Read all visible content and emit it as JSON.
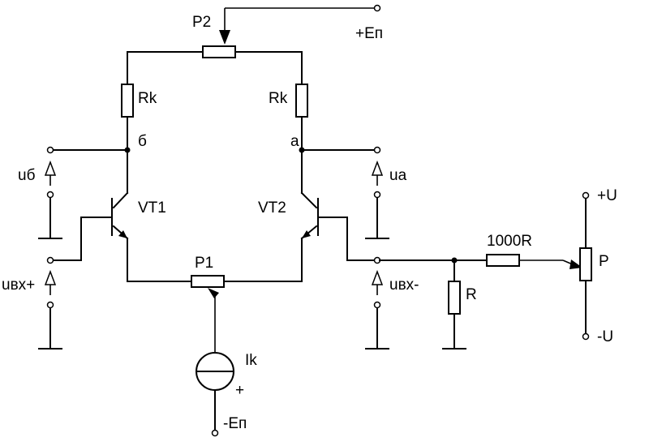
{
  "labels": {
    "p2": "P2",
    "ep_plus": "+Eп",
    "rk_left": "Rk",
    "rk_right": "Rk",
    "node_b": "б",
    "node_a": "а",
    "u_b": "uб",
    "u_a": "ua",
    "vt1": "VT1",
    "vt2": "VT2",
    "u_in_plus": "uвх+",
    "u_in_minus": "uвх-",
    "p1": "P1",
    "ik": "Ik",
    "plus_sign": "+",
    "ep_minus": "-Eп",
    "r1000": "1000R",
    "r": "R",
    "p": "P",
    "u_plus": "+U",
    "u_minus": "-U"
  }
}
